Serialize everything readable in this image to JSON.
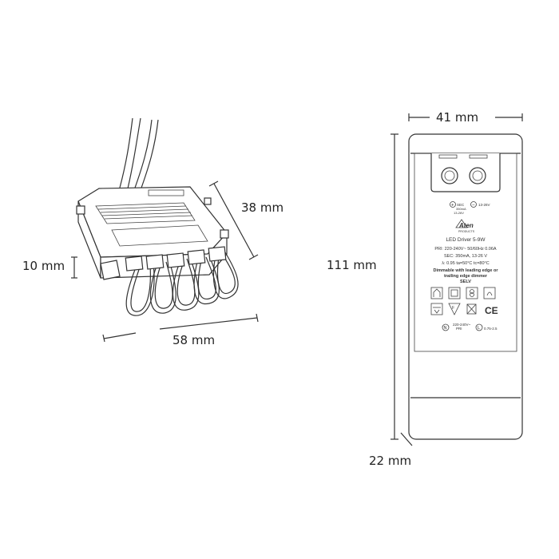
{
  "dimensions": {
    "connector_width": "38 mm",
    "connector_height": "10 mm",
    "connector_length": "58 mm",
    "driver_width": "41 mm",
    "driver_length": "111 mm",
    "driver_depth": "22 mm"
  },
  "label": {
    "sec_top": "SEC",
    "sec_current": "350mA",
    "sec_voltage": "13-26V",
    "sec_range": "13-26V",
    "brand": "Aten",
    "brand_sub": "PRODUCTS",
    "product": "LED Driver 5-9W",
    "pri": "PRI: 220-240V~ 50/60Hz 0.06A",
    "sec": "SEC: 350mA, 13-26 V",
    "pf": "λ: 0.95  ta=50°C  tc=80°C",
    "dimmable1": "Dimmable with leading edge or",
    "dimmable2": "trailing edge dimmer",
    "selv": "SELV",
    "mains": "220-240V~",
    "mains_freq": "PRI",
    "neutral": "N",
    "live": "L",
    "live_range": "0.75-2.5"
  },
  "icons": [
    "house-icon",
    "double-insulation-icon",
    "transformer-icon",
    "thermal-icon",
    "ce-mark-icon",
    "furniture-mount-icon",
    "f-mark-icon",
    "bin-icon"
  ]
}
